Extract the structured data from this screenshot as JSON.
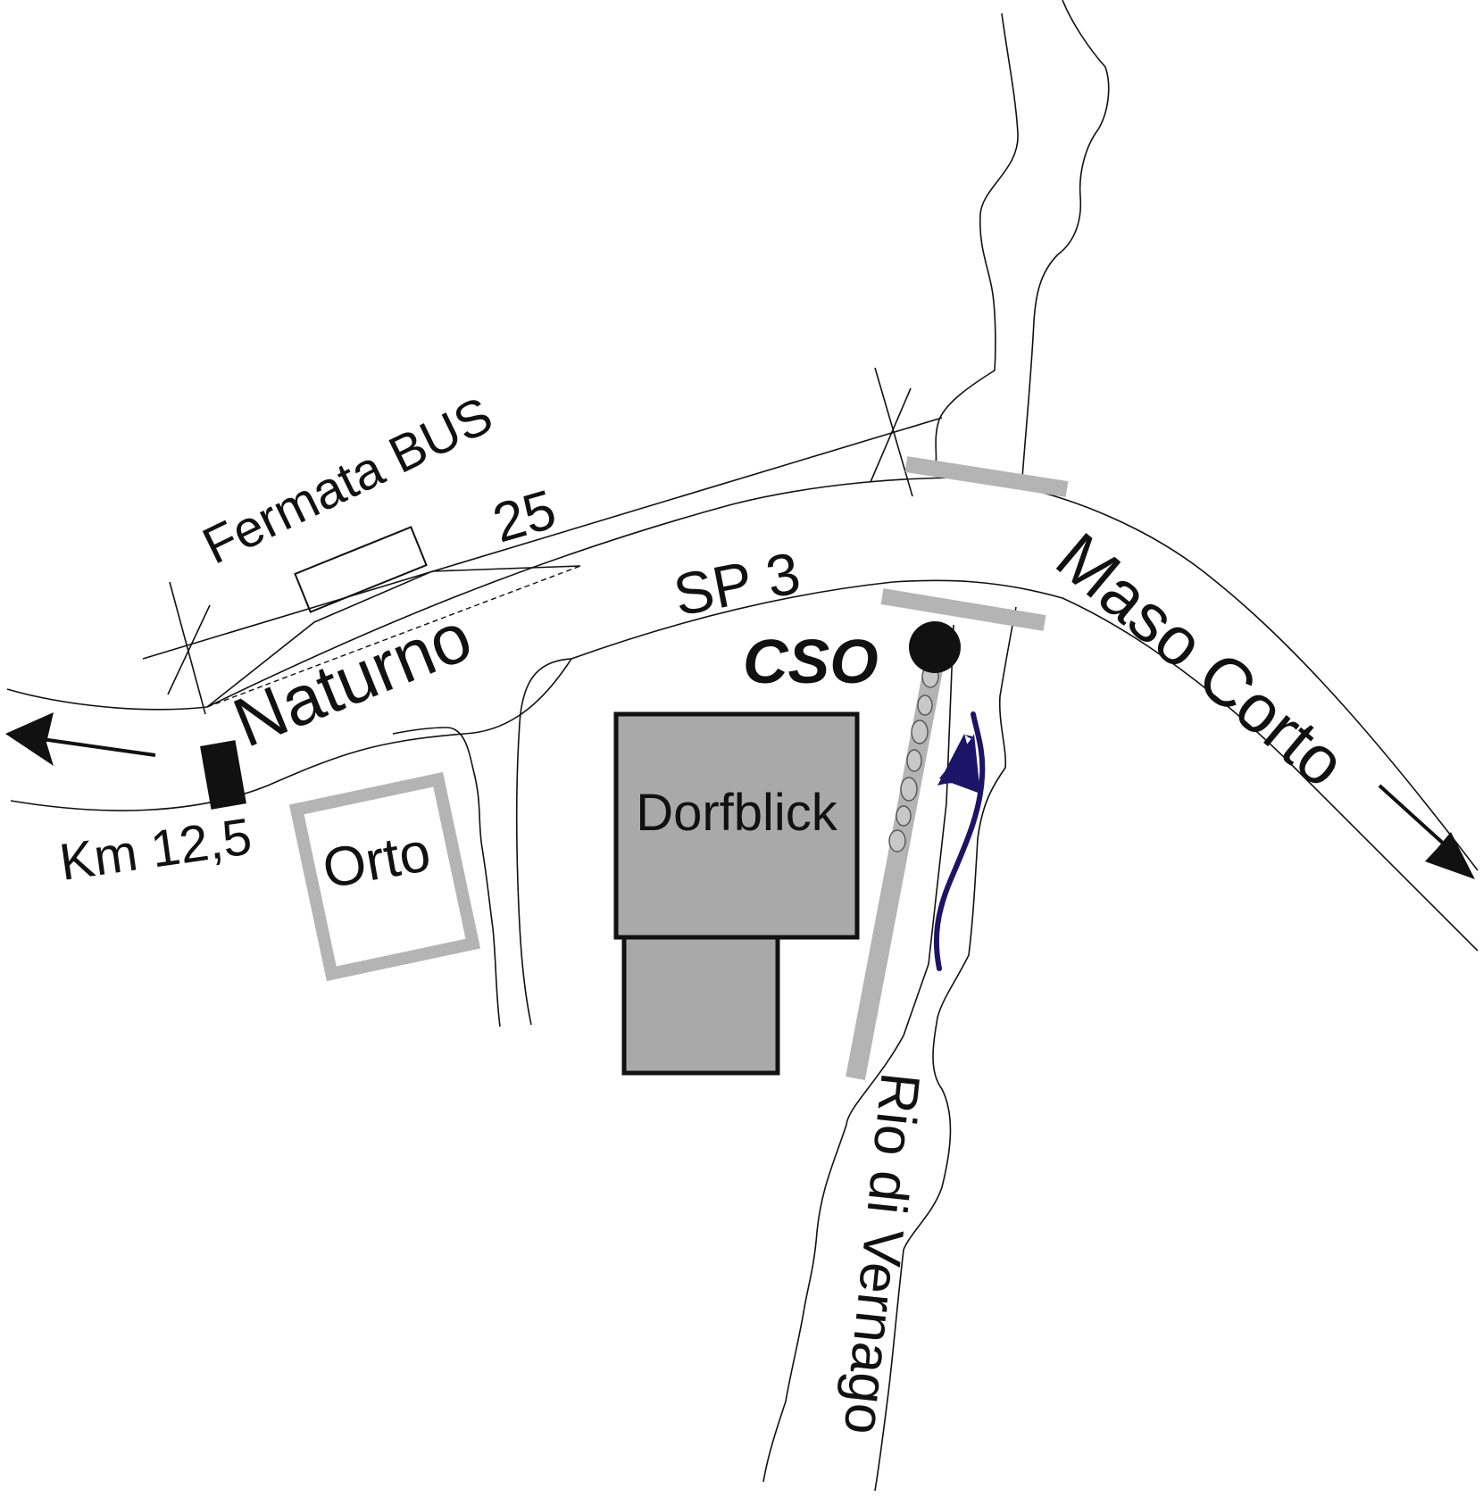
{
  "labels": {
    "fermata": "Fermata BUS",
    "distance": "25",
    "road": "SP 3",
    "naturno": "Naturno",
    "maso_corto": "Maso Corto",
    "km": "Km 12,5",
    "orto": "Orto",
    "dorfblick": "Dorfblick",
    "cso": "CSO",
    "rio": "Rio di Vernago"
  },
  "colors": {
    "line": "#111111",
    "building_fill": "#a9a9a9",
    "bridge": "#b4b4b4",
    "flow_arrow": "#1c1466"
  },
  "icons": {
    "cso_marker": "filled-circle-icon",
    "flow_direction": "arrow-up-icon",
    "direction_left": "arrow-left-icon",
    "direction_right": "arrow-down-right-icon"
  }
}
